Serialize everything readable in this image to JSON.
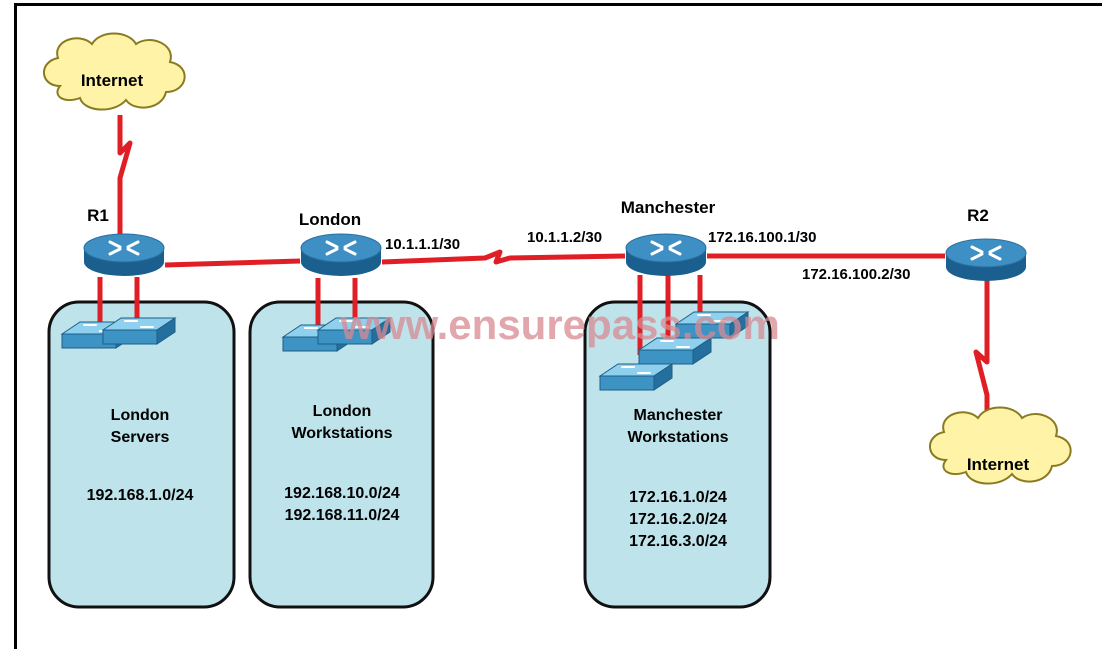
{
  "watermark": "www.ensurepass.com",
  "colors": {
    "link": "#e01e25",
    "zone_fill": "#bfe3ea",
    "zone_stroke": "#111111",
    "cloud_fill": "#fff3a8",
    "cloud_stroke": "#8a7a20",
    "router_top": "#3d8fc4",
    "router_side": "#1a5f8e",
    "switch_fill": "#4fa7d6"
  },
  "nodes": {
    "r1": "R1",
    "london": "London",
    "manchester": "Manchester",
    "r2": "R2"
  },
  "clouds": {
    "top": "Internet",
    "bottom": "Internet"
  },
  "links": {
    "london_ip": "10.1.1.1/30",
    "manchester_ip_left": "10.1.1.2/30",
    "manchester_ip_right": "172.16.100.1/30",
    "r2_ip": "172.16.100.2/30"
  },
  "zones": {
    "london_servers": {
      "name_l1": "London",
      "name_l2": "Servers",
      "nets": [
        "192.168.1.0/24"
      ]
    },
    "london_ws": {
      "name_l1": "London",
      "name_l2": "Workstations",
      "nets": [
        "192.168.10.0/24",
        "192.168.11.0/24"
      ]
    },
    "manchester_ws": {
      "name_l1": "Manchester",
      "name_l2": "Workstations",
      "nets": [
        "172.16.1.0/24",
        "172.16.2.0/24",
        "172.16.3.0/24"
      ]
    }
  }
}
